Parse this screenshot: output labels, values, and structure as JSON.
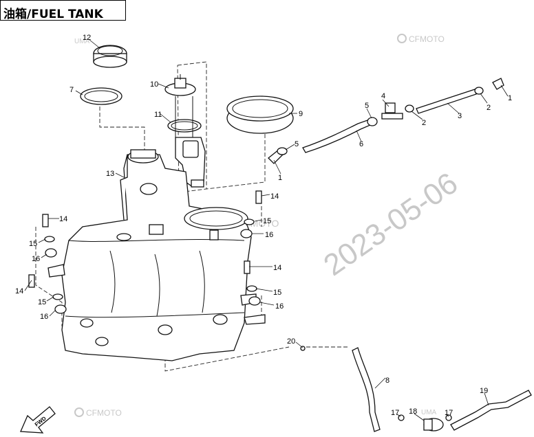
{
  "header": {
    "title": "油箱/FUEL TANK"
  },
  "watermarks": {
    "brand": "CFMOTO",
    "date": "2023-05-06",
    "stamp": "UMA"
  },
  "labels": {
    "fwd": "FWD"
  },
  "callouts": [
    {
      "id": "c1a",
      "text": "1"
    },
    {
      "id": "c1b",
      "text": "1"
    },
    {
      "id": "c2a",
      "text": "2"
    },
    {
      "id": "c2b",
      "text": "2"
    },
    {
      "id": "c3",
      "text": "3"
    },
    {
      "id": "c4",
      "text": "4"
    },
    {
      "id": "c5a",
      "text": "5"
    },
    {
      "id": "c5b",
      "text": "5"
    },
    {
      "id": "c6",
      "text": "6"
    },
    {
      "id": "c7",
      "text": "7"
    },
    {
      "id": "c8",
      "text": "8"
    },
    {
      "id": "c9",
      "text": "9"
    },
    {
      "id": "c10",
      "text": "10"
    },
    {
      "id": "c11",
      "text": "11"
    },
    {
      "id": "c12",
      "text": "12"
    },
    {
      "id": "c13",
      "text": "13"
    },
    {
      "id": "c14a",
      "text": "14"
    },
    {
      "id": "c14b",
      "text": "14"
    },
    {
      "id": "c14c",
      "text": "14"
    },
    {
      "id": "c14d",
      "text": "14"
    },
    {
      "id": "c15a",
      "text": "15"
    },
    {
      "id": "c15b",
      "text": "15"
    },
    {
      "id": "c15c",
      "text": "15"
    },
    {
      "id": "c15d",
      "text": "15"
    },
    {
      "id": "c16a",
      "text": "16"
    },
    {
      "id": "c16b",
      "text": "16"
    },
    {
      "id": "c16c",
      "text": "16"
    },
    {
      "id": "c16d",
      "text": "16"
    },
    {
      "id": "c17a",
      "text": "17"
    },
    {
      "id": "c17b",
      "text": "17"
    },
    {
      "id": "c18",
      "text": "18"
    },
    {
      "id": "c19",
      "text": "19"
    },
    {
      "id": "c20",
      "text": "20"
    }
  ]
}
